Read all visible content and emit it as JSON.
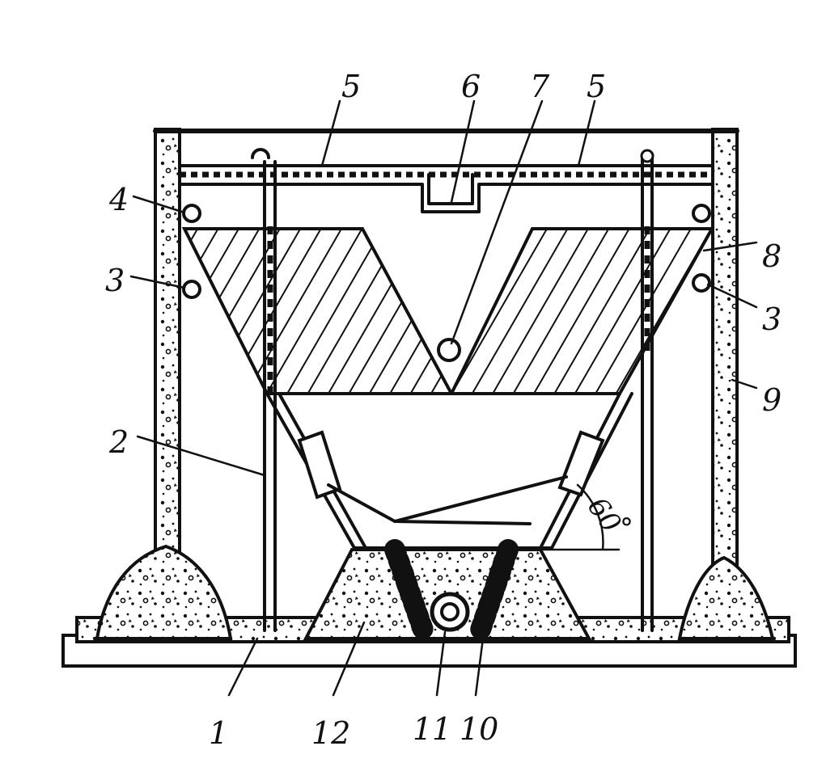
{
  "labels": {
    "l1": "1",
    "l2": "2",
    "l3_left": "3",
    "l3_right": "3",
    "l4": "4",
    "l5_left": "5",
    "l5_right": "5",
    "l6": "6",
    "l7": "7",
    "l8": "8",
    "l9": "9",
    "l10": "10",
    "l11": "11",
    "l12": "12"
  },
  "angle": {
    "value": "60",
    "degree": "°"
  },
  "colors": {
    "ink": "#111111",
    "background": "#ffffff"
  }
}
